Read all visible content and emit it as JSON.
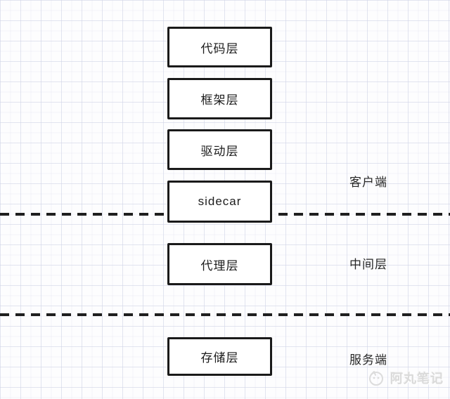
{
  "diagram": {
    "boxes": [
      {
        "id": "code-layer",
        "label": "代码层"
      },
      {
        "id": "framework-layer",
        "label": "框架层"
      },
      {
        "id": "driver-layer",
        "label": "驱动层"
      },
      {
        "id": "sidecar",
        "label": "sidecar"
      },
      {
        "id": "proxy-layer",
        "label": "代理层"
      },
      {
        "id": "storage-layer",
        "label": "存储层"
      }
    ],
    "zone_labels": [
      {
        "id": "client-side",
        "label": "客户端"
      },
      {
        "id": "middle-tier",
        "label": "中间层"
      },
      {
        "id": "server-side",
        "label": "服务端"
      }
    ],
    "separator_count": 2
  },
  "watermark": {
    "text": "阿丸笔记",
    "icon": "ahwan-ball-logo"
  },
  "colors": {
    "box_border": "#1a1a1a",
    "box_fill": "#ffffff",
    "text": "#1c1c1c",
    "separator": "#1f1f1f",
    "grid_line": "#d2d6e8",
    "watermark": "#dadada",
    "background": "#fdfdfe"
  }
}
